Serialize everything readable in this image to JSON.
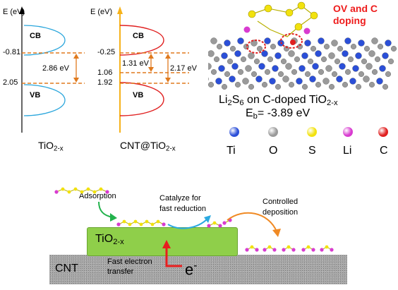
{
  "panel_a": {
    "axis_label": "E (eV)",
    "cb_value": "-0.81",
    "vb_value": "2.05",
    "band_gap": "2.86 eV",
    "cb_label": "CB",
    "vb_label": "VB",
    "material_main": "TiO",
    "material_sub": "2-x"
  },
  "panel_b": {
    "axis_label": "E (eV)",
    "cb_value": "-0.25",
    "level_1": "1.06",
    "level_2": "1.92",
    "gap_inner": "1.31 eV",
    "gap_outer": "2.17 eV",
    "cb_label": "CB",
    "vb_label": "VB",
    "material_main": "CNT@TiO",
    "material_sub": "2-x"
  },
  "panel_c": {
    "title_line1": "OV and C",
    "title_line2": "doping",
    "caption_parts": [
      "Li",
      "2",
      "S",
      "6",
      " on C-doped TiO",
      "2-x"
    ],
    "eb_main": "E",
    "eb_sub": "b",
    "eb_value": "= -3.89 eV",
    "legend": [
      {
        "symbol": "Ti",
        "color": "#2b4fd8"
      },
      {
        "symbol": "O",
        "color": "#9a9a9a"
      },
      {
        "symbol": "S",
        "color": "#f2e20e"
      },
      {
        "symbol": "Li",
        "color": "#d83bd0"
      },
      {
        "symbol": "C",
        "color": "#e02020"
      }
    ]
  },
  "panel_d": {
    "adsorption": "Adsorption",
    "catalyze_line1": "Catalyze for",
    "catalyze_line2": "fast reduction",
    "controlled_line1": "Controlled",
    "controlled_line2": "deposition",
    "tio2_main": "TiO",
    "tio2_sub": "2-x",
    "cnt": "CNT",
    "fast_electron_line1": "Fast electron",
    "fast_electron_line2": "transfer",
    "electron_main": "e",
    "electron_sup": "-",
    "colors": {
      "tio2": "#8fcf4a",
      "cnt": "#a8a8a8",
      "green_arrow": "#22b24c",
      "blue_arrow": "#2ba9e0",
      "orange_arrow": "#f08a24",
      "red_arrow": "#e81e1e"
    }
  }
}
